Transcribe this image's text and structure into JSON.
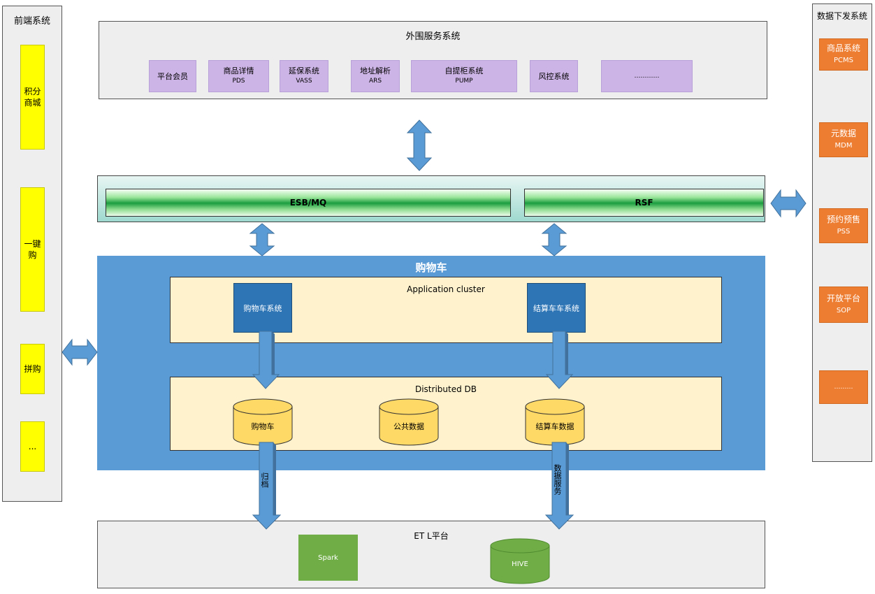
{
  "left_panel": {
    "title": "前端系统",
    "items": [
      "积分商城",
      "一键购",
      "拼购",
      "..."
    ]
  },
  "top_panel": {
    "title": "外围服务系统",
    "items": [
      {
        "name": "平台会员",
        "code": ""
      },
      {
        "name": "商品详情",
        "code": "PDS"
      },
      {
        "name": "延保系统",
        "code": "VASS"
      },
      {
        "name": "地址解析",
        "code": "ARS"
      },
      {
        "name": "自提柜系统",
        "code": "PUMP"
      },
      {
        "name": "风控系统",
        "code": ""
      },
      {
        "name": "…………",
        "code": ""
      }
    ]
  },
  "right_panel": {
    "title": "数据下发系统",
    "items": [
      {
        "name": "商品系统",
        "code": "PCMS"
      },
      {
        "name": "元数据",
        "code": "MDM"
      },
      {
        "name": "预约预售",
        "code": "PSS"
      },
      {
        "name": "开放平台",
        "code": "SOP"
      },
      {
        "name": "………",
        "code": ""
      }
    ]
  },
  "bus": {
    "esb": "ESB/MQ",
    "rsf": "RSF"
  },
  "cart": {
    "title": "购物车",
    "app_cluster": {
      "title": "Application cluster",
      "systems": [
        "购物车系统",
        "结算车车系统"
      ]
    },
    "db": {
      "title": "Distributed DB",
      "stores": [
        "购物车",
        "公共数据",
        "结算车数据"
      ]
    }
  },
  "flows": {
    "archive": "归档",
    "data_service": "数据服务"
  },
  "etl": {
    "title": "ET L平台",
    "spark": "Spark",
    "hive": "HIVE"
  },
  "colors": {
    "yellow": "#ffff00",
    "purple": "#cdb4e6",
    "orange": "#ed7d31",
    "main_blue": "#5b9bd5",
    "dark_blue": "#2e75b6",
    "cream": "#fff2cc",
    "db_yellow": "#ffd966",
    "green": "#70ad47",
    "arrow_blue": "#5b9bd5"
  }
}
